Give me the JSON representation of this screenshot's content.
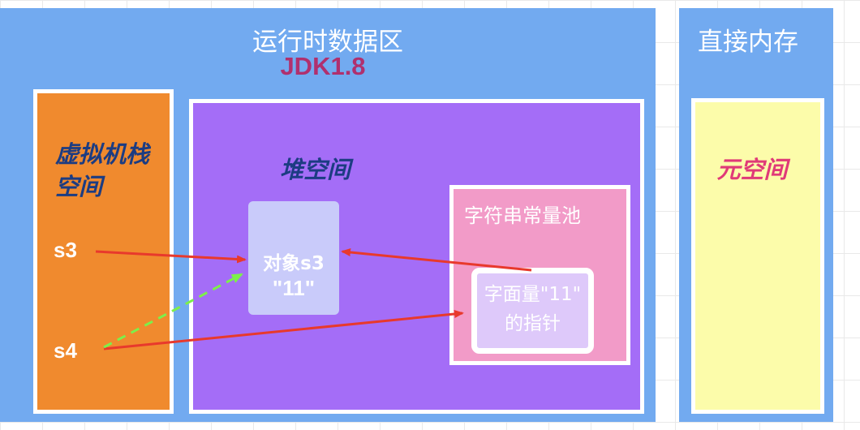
{
  "runtime": {
    "title": "运行时数据区",
    "version": "JDK1.8"
  },
  "stack": {
    "title": "虚拟机栈空间",
    "var_s3": "s3",
    "var_s4": "s4"
  },
  "heap": {
    "title": "堆空间",
    "object": {
      "line1": "对象s3",
      "line2": "\"11\""
    },
    "string_pool": {
      "title": "字符串常量池",
      "literal": {
        "line1": "字面量\"11\"",
        "line2": "的指针"
      }
    }
  },
  "direct_memory": {
    "title": "直接内存",
    "metaspace": "元空间"
  },
  "colors": {
    "region_blue": "#72aaf0",
    "stack_orange": "#f08a2e",
    "heap_purple": "#a46df7",
    "object_lavender": "#c9cbfa",
    "pool_pink": "#f29bc8",
    "metaspace_yellow": "#fcfcaa",
    "reference_red": "#e8392c",
    "dashed_green": "#7cf04a"
  }
}
